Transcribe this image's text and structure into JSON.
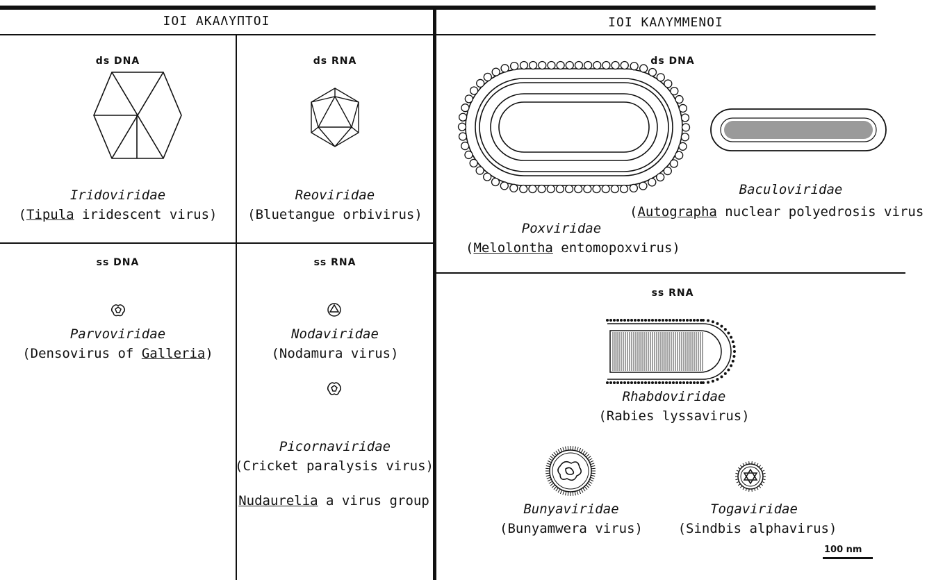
{
  "headers": {
    "left": "ΙΟΙ ΑΚΑΛΥΠΤΟΙ",
    "right": "ΙΟΙ ΚΑΛΥΜΜΕΝΟΙ"
  },
  "cells": {
    "naked_dsdna": {
      "type": "ds DNA",
      "family": "Iridoviridae",
      "virus_open": "(",
      "virus_genus": "Tipula",
      "virus_rest": " iridescent virus)"
    },
    "naked_dsrna": {
      "type": "ds RNA",
      "family": "Reoviridae",
      "virus": "(Bluetangue orbivirus)"
    },
    "naked_ssdna": {
      "type": "ss DNA",
      "family": "Parvoviridae",
      "virus_pre": "(Densovirus of ",
      "virus_genus": "Galleria",
      "virus_close": ")"
    },
    "naked_ssrna": {
      "type": "ss RNA",
      "family1": "Nodaviridae",
      "virus1": "(Nodamura virus)",
      "family2": "Picornaviridae",
      "virus2": "(Cricket paralysis virus)",
      "group_genus": "Nudaurelia",
      "group_rest": " a virus group"
    },
    "env_dsdna": {
      "type": "ds DNA",
      "family1": "Poxviridae",
      "virus1_open": "(",
      "virus1_genus": "Melolontha",
      "virus1_rest": " entomopoxvirus)",
      "family2": "Baculoviridae",
      "virus2_open": "(",
      "virus2_genus": "Autographa",
      "virus2_rest": " nuclear polyedrosis virus"
    },
    "env_ssrna": {
      "type": "ss RNA",
      "family1": "Rhabdoviridae",
      "virus1": "(Rabies lyssavirus)",
      "family2": "Bunyaviridae",
      "virus2": "(Bunyamwera virus)",
      "family3": "Togaviridae",
      "virus3": "(Sindbis alphavirus)"
    }
  },
  "scale_bar": "100 nm"
}
